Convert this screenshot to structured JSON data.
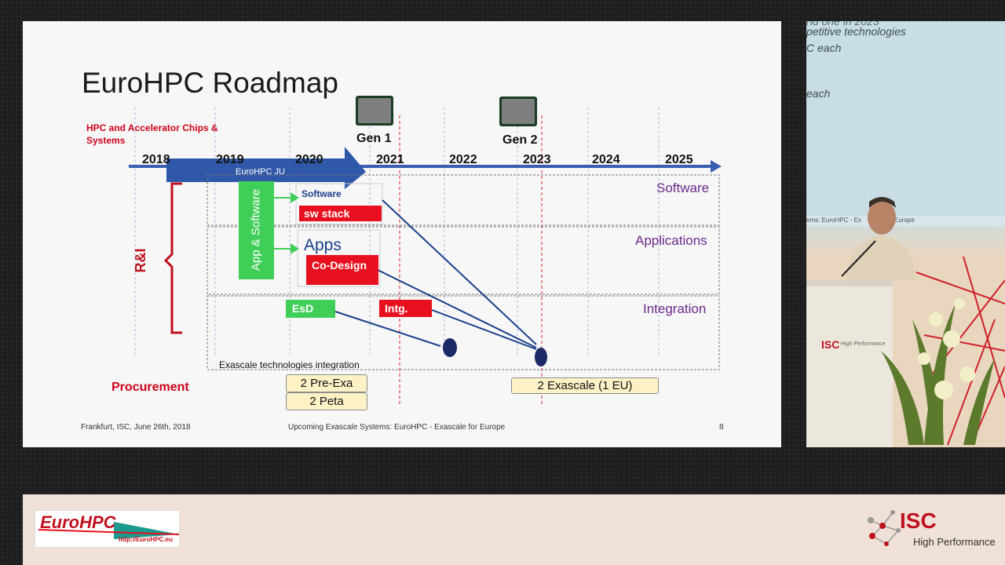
{
  "slide": {
    "title": "EuroHPC Roadmap",
    "chip_category": "HPC and Accelerator Chips & Systems",
    "years": [
      "2018",
      "2019",
      "2020",
      "2021",
      "2022",
      "2023",
      "2024",
      "2025"
    ],
    "gen1": "Gen 1",
    "gen2": "Gen 2",
    "arrow_label": "EuroHPC JU",
    "rni_label": "R&I",
    "vertical_label": "App & Software",
    "software_small": "Software",
    "sw_stack": "sw stack",
    "apps": "Apps",
    "co_design": "Co-Design",
    "esd": "EsD",
    "intg": "Intg.",
    "rows": {
      "software": "Software",
      "applications": "Applications",
      "integration": "Integration"
    },
    "integration_caption": "Exascale technologies integration",
    "procurement": "Procurement",
    "pre_exa": "2 Pre-Exa",
    "peta": "2 Peta",
    "exascale": "2 Exascale (1 EU)",
    "footer_left": "Frankfurt, ISC, June 26th, 2018",
    "footer_center": "Upcoming Exascale Systems: EuroHPC - Exascale for Europe",
    "page_number": "8"
  },
  "speaker_screen": {
    "line1": "nd one in 2023",
    "line2": "petitive technologies",
    "line3": "C each",
    "line4": "each",
    "caption": "ems: EuroHPC - Ex",
    "caption2": "Europe",
    "podium_text": "ISC",
    "podium_sub": "High Performance"
  },
  "bottom_bar": {
    "eurohpc_name": "EuroHPC",
    "eurohpc_url": "http://EuroHPC.eu",
    "isc_name": "ISC",
    "isc_sub": "High Performance"
  },
  "colors": {
    "timeline_blue": "#3a5fb0",
    "accent_red": "#e8101f",
    "accent_green": "#3fcf58",
    "row_label_purple": "#6a2a8c",
    "node_navy": "#1b2a66"
  }
}
